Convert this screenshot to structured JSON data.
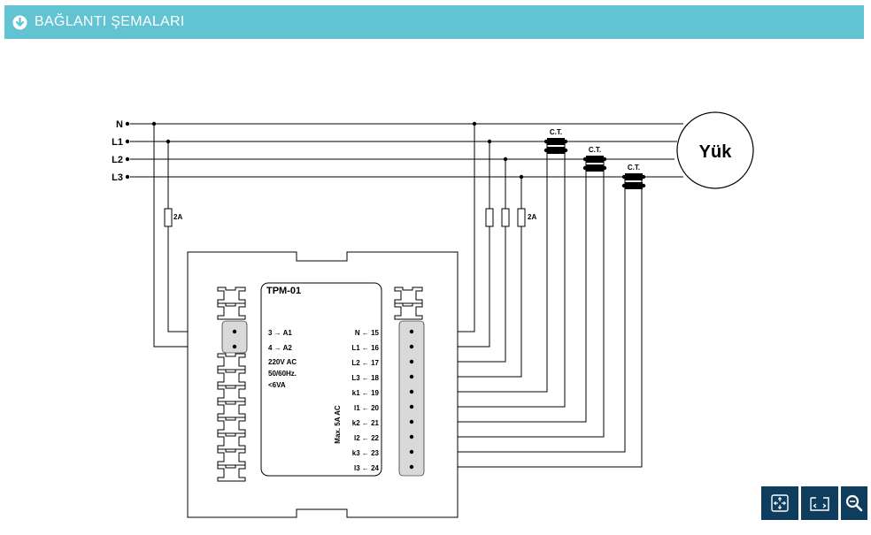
{
  "header": {
    "title": "BAĞLANTI ŞEMALARI",
    "icon": "arrow-down-circle-icon",
    "color": "#62c3d2"
  },
  "diagram": {
    "lines": [
      "N",
      "L1",
      "L2",
      "L3"
    ],
    "load_label": "Yük",
    "fuse_label": "2A",
    "ct_label": "C.T.",
    "device": {
      "model": "TPM-01",
      "left_text": [
        "3 → A1",
        "4 → A2",
        "220V AC",
        "50/60Hz.",
        "<6VA"
      ],
      "right_terminals": [
        "N ← 15",
        "L1 ← 16",
        "L2 ← 17",
        "L3 ← 18",
        "k1 ← 19",
        "l1 ← 20",
        "k2 ← 21",
        "l2 ← 22",
        "k3 ← 23",
        "l3 ← 24"
      ],
      "vertical_label": "Max. 5A AC"
    }
  },
  "toolbar": {
    "buttons": [
      {
        "name": "fit-screen-icon"
      },
      {
        "name": "fit-width-icon"
      },
      {
        "name": "zoom-icon"
      }
    ],
    "color": "#0e3d5e"
  }
}
